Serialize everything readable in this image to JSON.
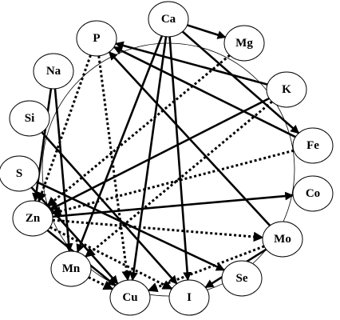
{
  "nodes": [
    {
      "id": "Ca",
      "label": "Ca"
    },
    {
      "id": "Mg",
      "label": "Mg"
    },
    {
      "id": "K",
      "label": "K"
    },
    {
      "id": "Fe",
      "label": "Fe"
    },
    {
      "id": "Co",
      "label": "Co"
    },
    {
      "id": "Mo",
      "label": "Mo"
    },
    {
      "id": "Se",
      "label": "Se"
    },
    {
      "id": "I",
      "label": "I"
    },
    {
      "id": "Cu",
      "label": "Cu"
    },
    {
      "id": "Mn",
      "label": "Mn"
    },
    {
      "id": "Zn",
      "label": "Zn"
    },
    {
      "id": "S",
      "label": "S"
    },
    {
      "id": "Si",
      "label": "Si"
    },
    {
      "id": "Na",
      "label": "Na"
    },
    {
      "id": "P",
      "label": "P"
    }
  ],
  "edges": [
    {
      "from": "Ca",
      "to": "Mg",
      "style": "solid"
    },
    {
      "from": "Ca",
      "to": "Fe",
      "style": "solid"
    },
    {
      "from": "Ca",
      "to": "I",
      "style": "solid"
    },
    {
      "from": "Ca",
      "to": "Cu",
      "style": "solid"
    },
    {
      "from": "Ca",
      "to": "Mn",
      "style": "solid"
    },
    {
      "from": "K",
      "to": "P",
      "style": "solid"
    },
    {
      "from": "K",
      "to": "Zn",
      "style": "solid"
    },
    {
      "from": "Fe",
      "to": "P",
      "style": "solid"
    },
    {
      "from": "Mo",
      "to": "P",
      "style": "solid"
    },
    {
      "from": "Mo",
      "to": "I",
      "style": "solid"
    },
    {
      "from": "Zn",
      "to": "Co",
      "style": "solid"
    },
    {
      "from": "Na",
      "to": "Zn",
      "style": "solid"
    },
    {
      "from": "Na",
      "to": "Mn",
      "style": "solid"
    },
    {
      "from": "Si",
      "to": "I",
      "style": "solid"
    },
    {
      "from": "S",
      "to": "Se",
      "style": "solid"
    },
    {
      "from": "S",
      "to": "Cu",
      "style": "solid"
    },
    {
      "from": "Zn",
      "to": "Cu",
      "style": "solid"
    },
    {
      "from": "K",
      "to": "Mn",
      "style": "dotted"
    },
    {
      "from": "Mg",
      "to": "Zn",
      "style": "dotted"
    },
    {
      "from": "P",
      "to": "Zn",
      "style": "dotted"
    },
    {
      "from": "P",
      "to": "Cu",
      "style": "dotted"
    },
    {
      "from": "Fe",
      "to": "Zn",
      "style": "dotted"
    },
    {
      "from": "Zn",
      "to": "Mo",
      "style": "dotted"
    },
    {
      "from": "Mo",
      "to": "Cu",
      "style": "dotted"
    },
    {
      "from": "Zn",
      "to": "I",
      "style": "dotted"
    },
    {
      "from": "Mn",
      "to": "Cu",
      "style": "dotted"
    }
  ]
}
